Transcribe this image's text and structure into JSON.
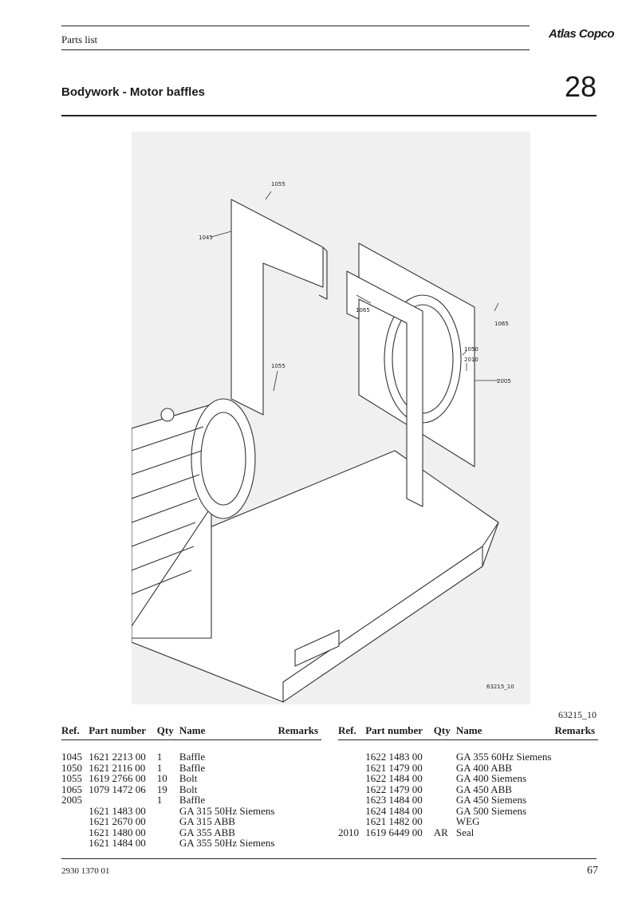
{
  "header": {
    "label": "Parts list",
    "logo_text": "Atlas Copco"
  },
  "section": {
    "title": "Bodywork - Motor baffles",
    "number": "28"
  },
  "figure": {
    "callouts": [
      "1055",
      "1045",
      "1065",
      "1065",
      "1050",
      "2010",
      "2005",
      "1055"
    ],
    "inner_ref": "63215_10",
    "ref": "63215_10"
  },
  "table": {
    "headers": [
      "Ref.",
      "Part number",
      "Qty",
      "Name",
      "Remarks"
    ],
    "left_rows": [
      [
        "1045",
        "1621 2213 00",
        "1",
        "Baffle",
        ""
      ],
      [
        "1050",
        "1621 2116 00",
        "1",
        "Baffle",
        ""
      ],
      [
        "1055",
        "1619 2766 00",
        "10",
        "Bolt",
        ""
      ],
      [
        "1065",
        "1079 1472 06",
        "19",
        "Bolt",
        ""
      ],
      [
        "2005",
        "",
        "1",
        "Baffle",
        ""
      ],
      [
        "",
        "1621 1483 00",
        "",
        "GA 315 50Hz  Siemens",
        ""
      ],
      [
        "",
        "1621 2670 00",
        "",
        "GA 315 ABB",
        ""
      ],
      [
        "",
        "1621 1480 00",
        "",
        "GA 355  ABB",
        ""
      ],
      [
        "",
        "1621 1484 00",
        "",
        "GA 355 50Hz  Siemens",
        ""
      ]
    ],
    "right_rows": [
      [
        "",
        "1622 1483 00",
        "",
        "GA 355 60Hz  Siemens",
        ""
      ],
      [
        "",
        "1621 1479 00",
        "",
        "GA 400  ABB",
        ""
      ],
      [
        "",
        "1622 1484 00",
        "",
        "GA 400 Siemens",
        ""
      ],
      [
        "",
        "1622 1479 00",
        "",
        "GA 450  ABB",
        ""
      ],
      [
        "",
        "1623 1484 00",
        "",
        "GA 450 Siemens",
        ""
      ],
      [
        "",
        "1624 1484 00",
        "",
        "GA 500 Siemens",
        ""
      ],
      [
        "",
        "1621 1482 00",
        "",
        "WEG",
        ""
      ],
      [
        "2010",
        "1619 6449 00",
        "AR",
        "Seal",
        ""
      ]
    ]
  },
  "footer": {
    "doc_number": "2930 1370 01",
    "page_number": "67"
  }
}
